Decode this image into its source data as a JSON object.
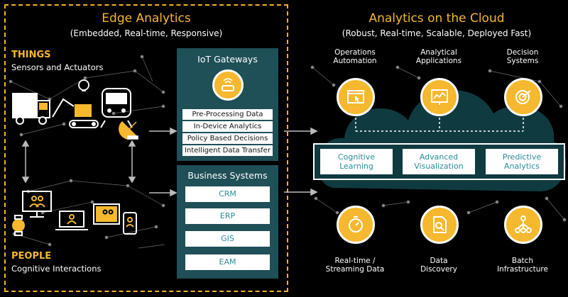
{
  "edge": {
    "title": "Edge Analytics",
    "subtitle": "(Embedded, Real-time, Responsive)",
    "things_label": "THINGS",
    "things_sub": "Sensors and Actuators",
    "people_label": "PEOPLE",
    "people_sub": "Cognitive Interactions"
  },
  "gateways": {
    "title": "IoT Gateways",
    "items": [
      "Pre-Processing Data",
      "In-Device Analytics",
      "Policy Based Decisions",
      "Intelligent Data Transfer"
    ]
  },
  "business": {
    "title": "Business Systems",
    "items": [
      "CRM",
      "ERP",
      "GIS",
      "EAM"
    ]
  },
  "cloud": {
    "title": "Analytics on the Cloud",
    "subtitle": "(Robust, Real-time, Scalable, Deployed Fast)",
    "top_items": [
      {
        "line1": "Operations",
        "line2": "Automation"
      },
      {
        "line1": "Analytical",
        "line2": "Applications"
      },
      {
        "line1": "Decision",
        "line2": "Systems"
      }
    ],
    "capabilities": [
      {
        "line1": "Cognitive",
        "line2": "Learning"
      },
      {
        "line1": "Advanced",
        "line2": "Visualization"
      },
      {
        "line1": "Predictive",
        "line2": "Analytics"
      }
    ],
    "bottom_items": [
      {
        "line1": "Real-time /",
        "line2": "Streaming Data"
      },
      {
        "line1": "Data",
        "line2": "Discovery"
      },
      {
        "line1": "Batch",
        "line2": "Infrastructure"
      }
    ]
  },
  "colors": {
    "accent": "#f5b82e",
    "teal": "#1f4f57",
    "cloud": "#0f3a40",
    "text_teal": "#2a8c99"
  }
}
